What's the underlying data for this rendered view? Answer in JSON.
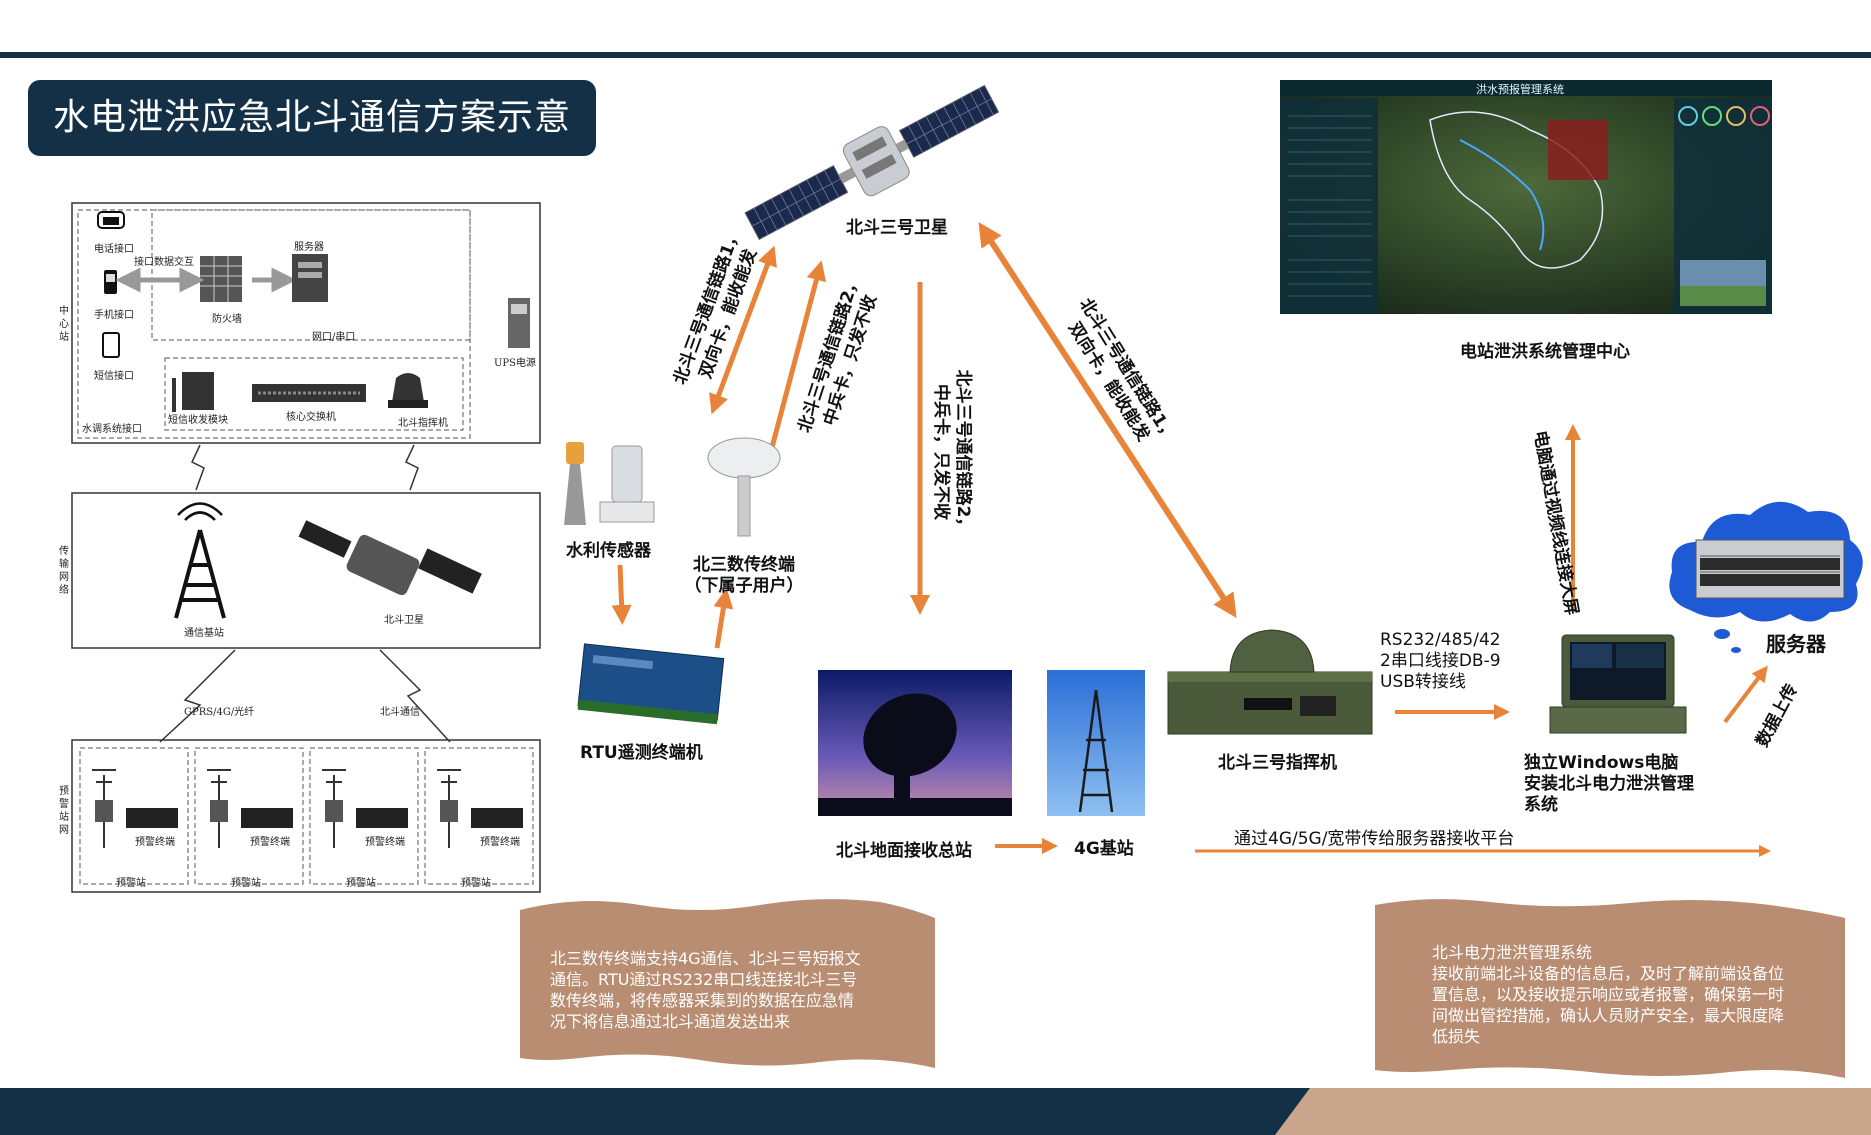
{
  "title": "水电泄洪应急北斗通信方案示意",
  "sketch": {
    "center_label": "中心站",
    "phone_port": "电话接口",
    "data_exchange": "接口数据交互",
    "server": "服务器",
    "mobile_port": "手机接口",
    "firewall": "防火墙",
    "network_serial": "网口/串口",
    "ups": "UPS电源",
    "sms_port": "短信接口",
    "sms_module": "短信收发模块",
    "core_switch": "核心交换机",
    "beidou_commander": "北斗指挥机",
    "water_port": "水调系统接口",
    "transport_label": "传输网络",
    "base_station": "通信基站",
    "beidou_sat": "北斗卫星",
    "gprs": "GPRS/4G/光纤",
    "beidou_comm": "北斗通信",
    "warning_label": "预警站网",
    "warning_terminal": "预警终端",
    "warning_station": "预警站"
  },
  "nodes": {
    "satellite": "北斗三号卫星",
    "water_sensor": "水利传感器",
    "terminal_line1": "北三数传终端",
    "terminal_line2": "（下属子用户）",
    "rtu": "RTU遥测终端机",
    "ground_station": "北斗地面接收总站",
    "base_4g": "4G基站",
    "commander": "北斗三号指挥机",
    "pc_line1": "独立Windows电脑",
    "pc_line2": "安装北斗电力泄洪管理",
    "pc_line3": "系统",
    "server": "服务器",
    "mgmt_center": "电站泄洪系统管理中心",
    "mgmt_system_title": "洪水预报管理系统"
  },
  "links": {
    "link1_line1": "北斗三号通信链路1，",
    "link1_line2": "双向卡，能收能发",
    "link2_line1": "北斗三号通信链路2，",
    "link2_line2": "中兵卡，只发不收",
    "link2b_line1": "北斗三号通信链路2，",
    "link2b_line2": "中兵卡，只发不收",
    "link1b_line1": "北斗三号通信链路1，",
    "link1b_line2": "双向卡，能收能发",
    "rs_line1": "RS232/485/42",
    "rs_line2": "2串口线接DB-9",
    "rs_line3": "USB转接线",
    "video": "电脑通过视频线连接大屏",
    "upload": "数据上传",
    "broadband": "通过4G/5G/宽带传给服务器接收平台"
  },
  "notes": {
    "left_line1": "北三数传终端支持4G通信、北斗三号短报文",
    "left_line2": "通信。RTU通过RS232串口线连接北斗三号",
    "left_line3": "数传终端，将传感器采集到的数据在应急情",
    "left_line4": "况下将信息通过北斗通道发送出来",
    "right_line1": "北斗电力泄洪管理系统",
    "right_line2": "接收前端北斗设备的信息后，及时了解前端设备位",
    "right_line3": "置信息，以及接收提示响应或者报警，确保第一时",
    "right_line4": "间做出管控措施，确认人员财产安全，最大限度降",
    "right_line5": "低损失"
  },
  "colors": {
    "navy": "#143046",
    "arrow": "#e8833a",
    "note_bg": "#b98d72"
  }
}
